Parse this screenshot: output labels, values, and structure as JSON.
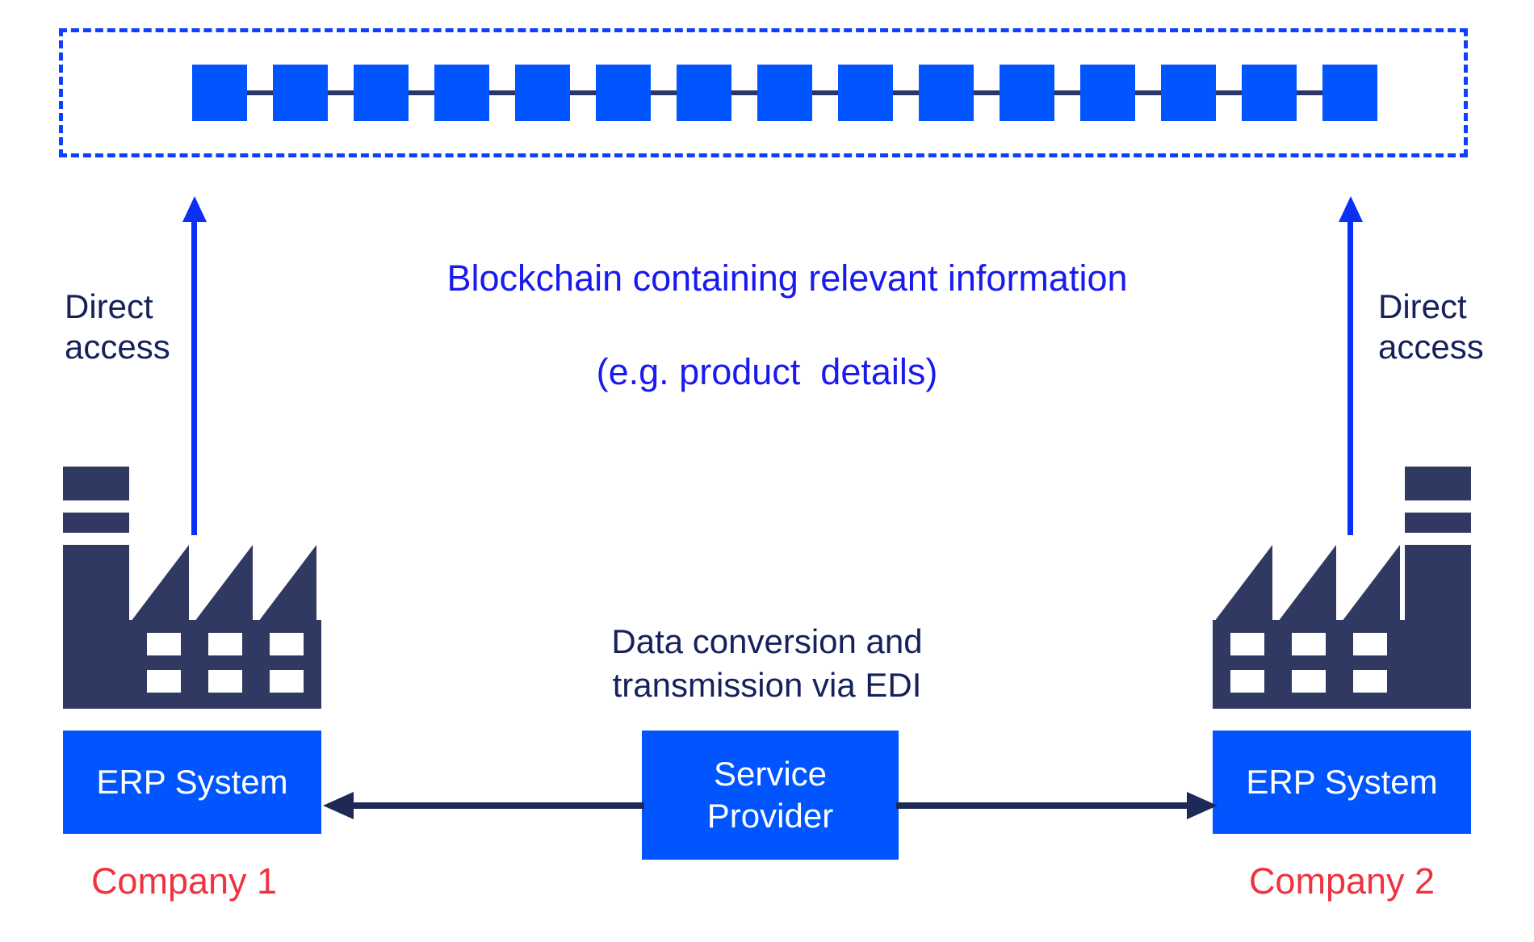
{
  "diagram": {
    "title": "Blockchain and EDI data exchange between two companies",
    "colors": {
      "block_blue": "#0055ff",
      "caption_blue": "#1a1aef",
      "arrow_blue": "#0a2ff5",
      "navy": "#2f3962",
      "text_navy": "#16215c",
      "company_red": "#ef3340",
      "white": "#ffffff"
    }
  },
  "blockchain": {
    "block_count": 15,
    "caption_line1": "Blockchain containing relevant information",
    "caption_line2": "(e.g. product  details)"
  },
  "access": {
    "left": {
      "line1": "Direct",
      "line2": "access"
    },
    "right": {
      "line1": "Direct",
      "line2": "access"
    }
  },
  "edi": {
    "caption_line1": "Data conversion and",
    "caption_line2": "transmission via EDI",
    "service_line1": "Service",
    "service_line2": "Provider"
  },
  "companies": [
    {
      "erp_label": "ERP System",
      "name": "Company 1"
    },
    {
      "erp_label": "ERP System",
      "name": "Company 2"
    }
  ]
}
